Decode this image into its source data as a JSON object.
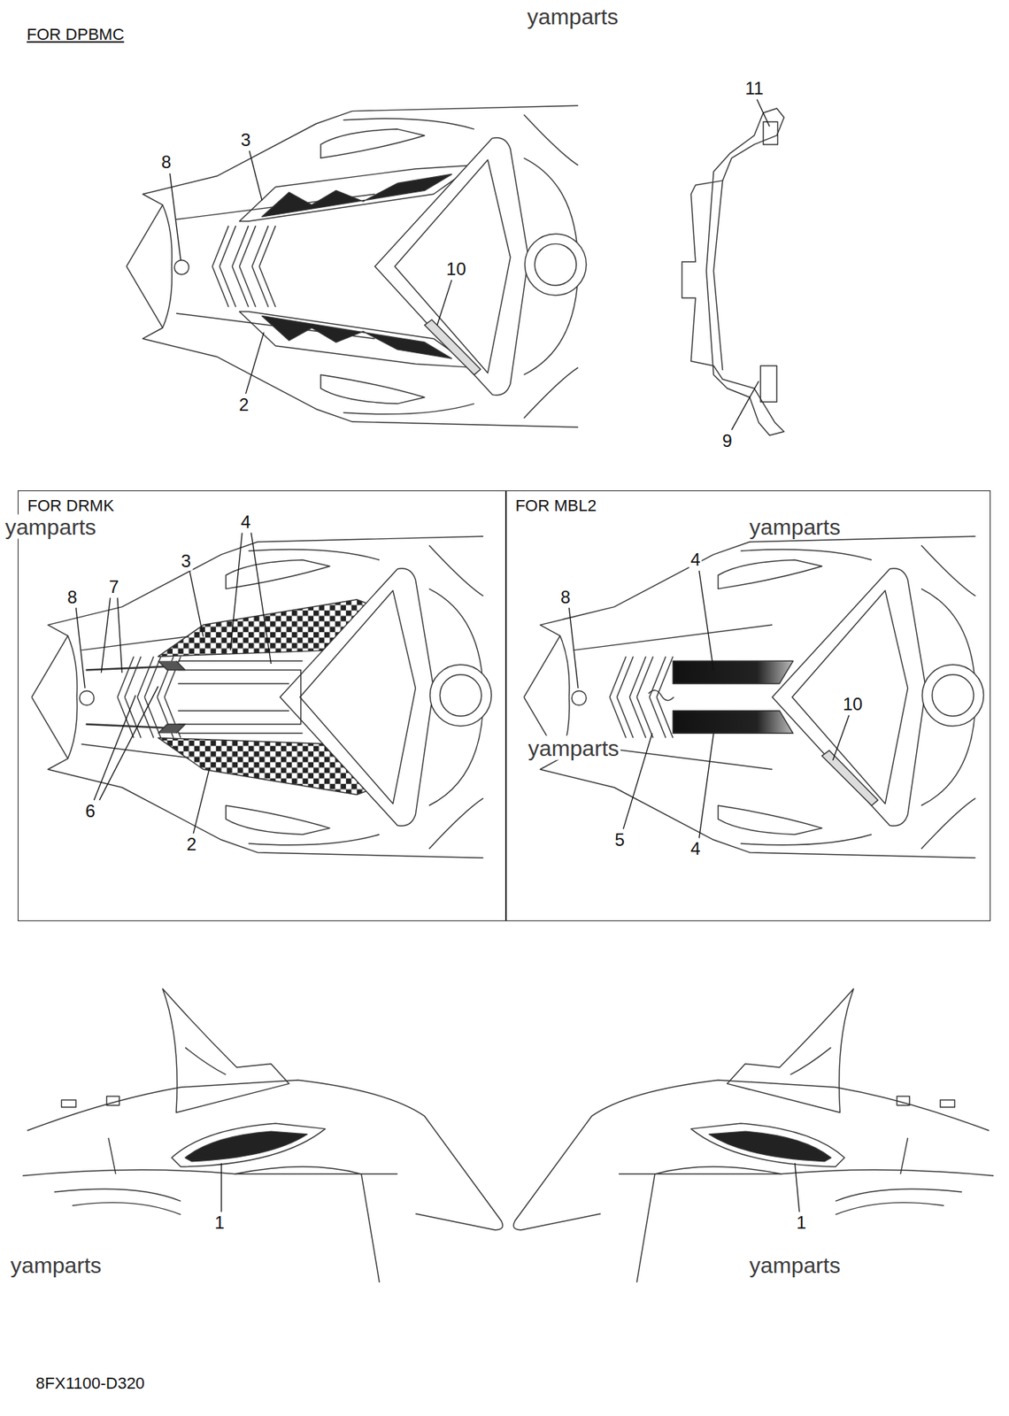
{
  "diagram": {
    "nodes": [
      {
        "text": [
          "FOR DRMK"
        ]
      },
      {
        "text": [
          "FOR MBL2"
        ]
      }
    ],
    "labels": [
      "FOR DPBMC",
      "yamparts",
      "11",
      "3",
      "8",
      "10",
      "2",
      "9",
      "yamparts",
      "4",
      "3",
      "8",
      "7",
      "6",
      "2",
      "yamparts",
      "4",
      "8",
      "10",
      "yamparts",
      "5",
      "4",
      "1",
      "1",
      "yamparts",
      "yamparts",
      "8FX1100-D320"
    ]
  }
}
